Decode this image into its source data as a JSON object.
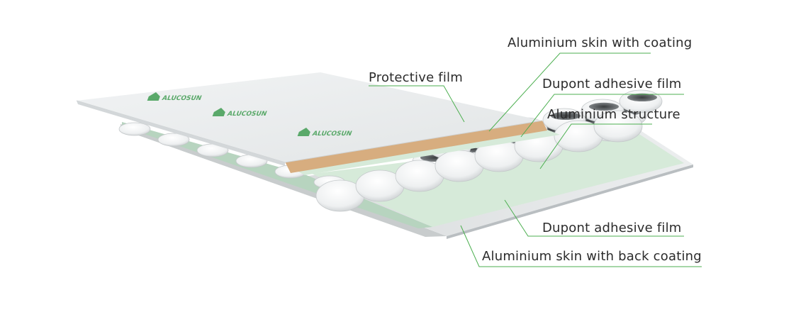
{
  "labels": {
    "aluminium_skin_coating": "Aluminium skin with coating",
    "protective_film": "Protective film",
    "dupont_adhesive_top": "Dupont adhesive film",
    "aluminium_structure": "Aluminium structure",
    "dupont_adhesive_bottom": "Dupont adhesive film",
    "aluminium_skin_back": "Aluminium skin with back coating"
  },
  "logo": {
    "text": "ALUCOSUN"
  },
  "colors": {
    "leader_line": "#4caf50",
    "coating_layer": "#d7ad7f",
    "adhesive_layer": "#d6ead9",
    "protective_film": "#e9ebec",
    "panel_edge": "#d0d4d6",
    "logo_green": "#5aa96a"
  }
}
